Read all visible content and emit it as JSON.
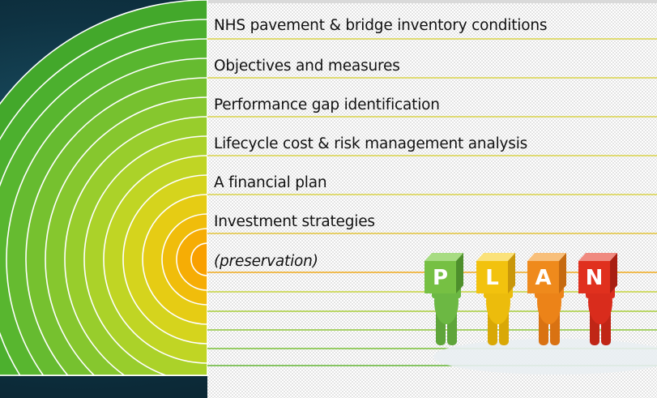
{
  "items": [
    {
      "text": "NHS pavement & bridge inventory conditions"
    },
    {
      "text": "Objectives and measures"
    },
    {
      "text": "Performance gap identification"
    },
    {
      "text": "Lifecycle cost & risk management analysis"
    },
    {
      "text": "A financial plan"
    },
    {
      "text": "Investment strategies"
    },
    {
      "text": "(preservation)"
    }
  ],
  "plan_graphic": {
    "letters": [
      "P",
      "L",
      "A",
      "N"
    ],
    "colors": [
      "#76c043",
      "#f2c20e",
      "#ef8a1c",
      "#e0301e"
    ]
  },
  "colors": {
    "background_dark": "#0b2430",
    "band_outer": "#43a82b",
    "band_inner": "#f5a400",
    "divider_line": "#c7d71f"
  }
}
